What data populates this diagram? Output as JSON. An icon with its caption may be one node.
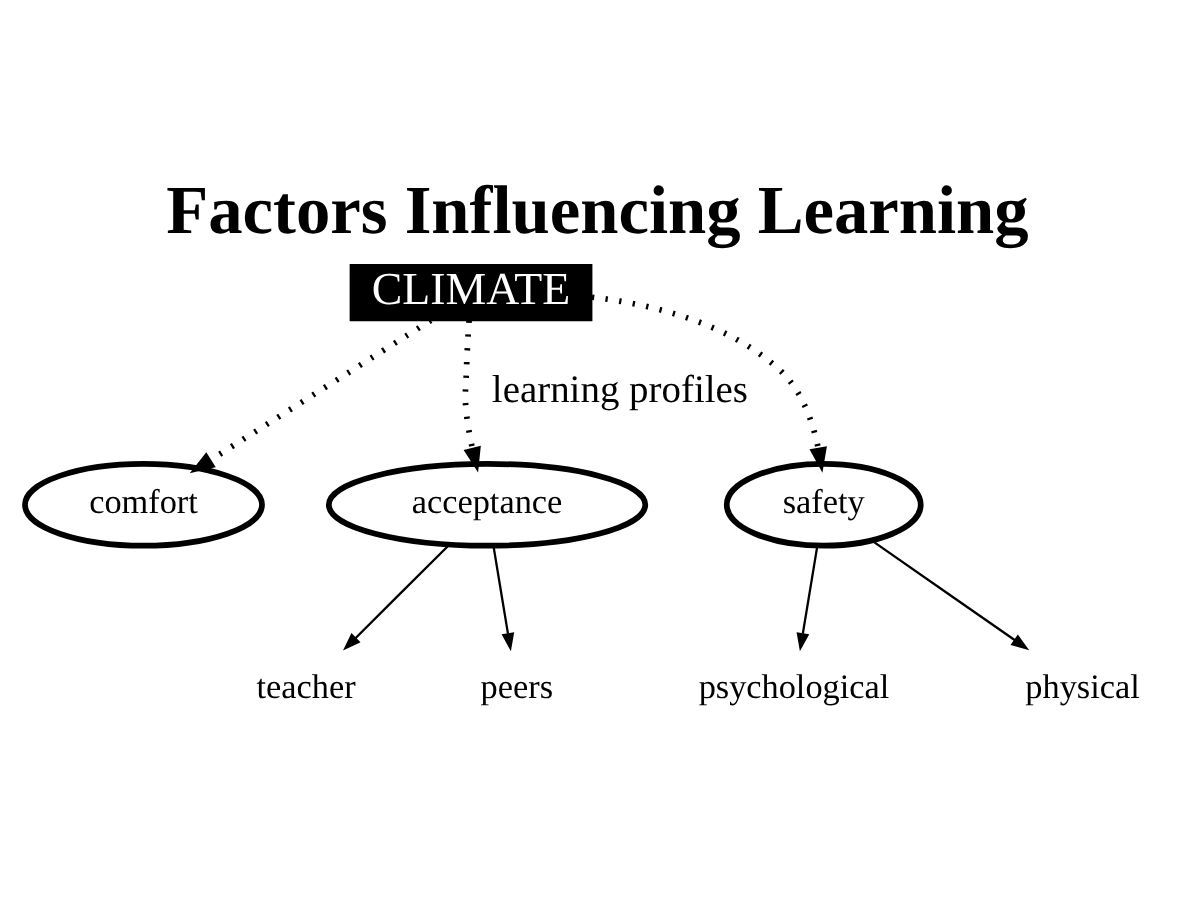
{
  "diagram": {
    "title": "Factors Influencing Learning",
    "nodes": [
      {
        "text": [
          "CLIMATE"
        ]
      },
      {
        "text": [
          "comfort"
        ]
      },
      {
        "text": [
          "acceptance"
        ]
      },
      {
        "text": [
          "safety"
        ]
      },
      {
        "text": [
          "teacher"
        ]
      },
      {
        "text": [
          "peers"
        ]
      },
      {
        "text": [
          "psychological"
        ]
      },
      {
        "text": [
          "physical"
        ]
      }
    ],
    "edges": [
      {
        "from": 0,
        "to": 1,
        "arrow": "to",
        "style": "dashed"
      },
      {
        "from": 0,
        "to": 2,
        "arrow": "to",
        "style": "dashed",
        "label": "learning profiles"
      },
      {
        "from": 0,
        "to": 3,
        "arrow": "to",
        "style": "dashed"
      },
      {
        "from": 2,
        "to": 4,
        "arrow": "to"
      },
      {
        "from": 2,
        "to": 5,
        "arrow": "to"
      },
      {
        "from": 3,
        "to": 6,
        "arrow": "to"
      },
      {
        "from": 3,
        "to": 7,
        "arrow": "to"
      }
    ]
  }
}
